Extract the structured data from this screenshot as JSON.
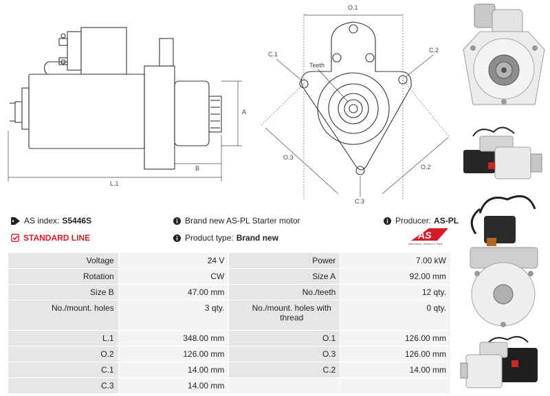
{
  "diagram": {
    "labels": {
      "o1": "O.1",
      "c1": "C.1",
      "c2": "C.2",
      "teeth": "Teeth",
      "o2": "O.2",
      "o3": "O.3",
      "c3": "C.3",
      "a": "A",
      "b": "B",
      "l1": "L.1"
    }
  },
  "info": {
    "as_index_label": "AS index:",
    "as_index_value": "S5446S",
    "description": "Brand new AS-PL Starter motor",
    "producer_label": "Producer:",
    "producer_value": "AS-PL",
    "standard_line": "STANDARD LINE",
    "product_type_label": "Product type:",
    "product_type_value": "Brand new",
    "brand_logo": "AS",
    "brand_tagline": "Alternators, Starters & Parts"
  },
  "icons": {
    "tag": "tag-icon",
    "info": "info-icon",
    "check": "checkbox-icon"
  },
  "colors": {
    "accent_red": "#d11d2a",
    "label_bg": "#e6e6e6",
    "value_bg": "#f4f4f4"
  },
  "specs": [
    [
      {
        "label": "Voltage",
        "value": "24 V"
      },
      {
        "label": "Power",
        "value": "7.00 kW"
      }
    ],
    [
      {
        "label": "Rotation",
        "value": "CW"
      },
      {
        "label": "Size A",
        "value": "92.00 mm"
      }
    ],
    [
      {
        "label": "Size B",
        "value": "47.00 mm"
      },
      {
        "label": "No./teeth",
        "value": "12 qty."
      }
    ],
    [
      {
        "label": "No./mount. holes",
        "value": "3 qty."
      },
      {
        "label": "No./mount. holes with thread",
        "value": "0 qty."
      }
    ],
    [
      {
        "label": "L.1",
        "value": "348.00 mm"
      },
      {
        "label": "O.1",
        "value": "126.00 mm"
      }
    ],
    [
      {
        "label": "O.2",
        "value": "126.00 mm"
      },
      {
        "label": "O.3",
        "value": "126.00 mm"
      }
    ],
    [
      {
        "label": "C.1",
        "value": "14.00 mm"
      },
      {
        "label": "C.2",
        "value": "14.00 mm"
      }
    ],
    [
      {
        "label": "C.3",
        "value": "14.00 mm"
      },
      {
        "label": "",
        "value": ""
      }
    ]
  ]
}
